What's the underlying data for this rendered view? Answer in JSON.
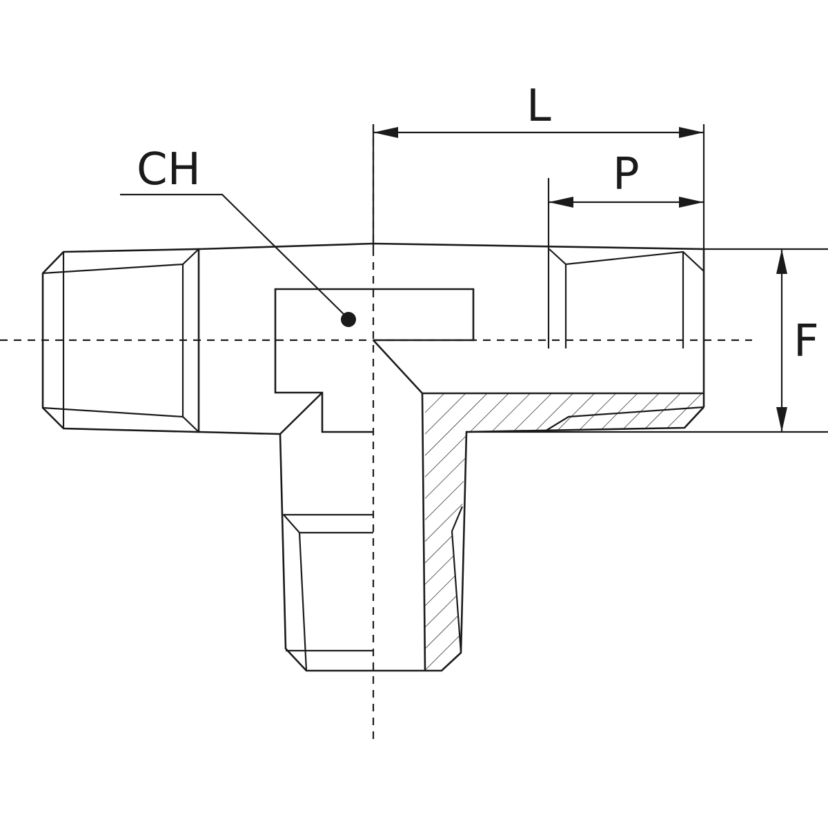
{
  "labels": {
    "ch": "CH",
    "l": "L",
    "p": "P",
    "f": "F"
  },
  "colors": {
    "stroke": "#1a1a1a",
    "background": "#ffffff"
  }
}
